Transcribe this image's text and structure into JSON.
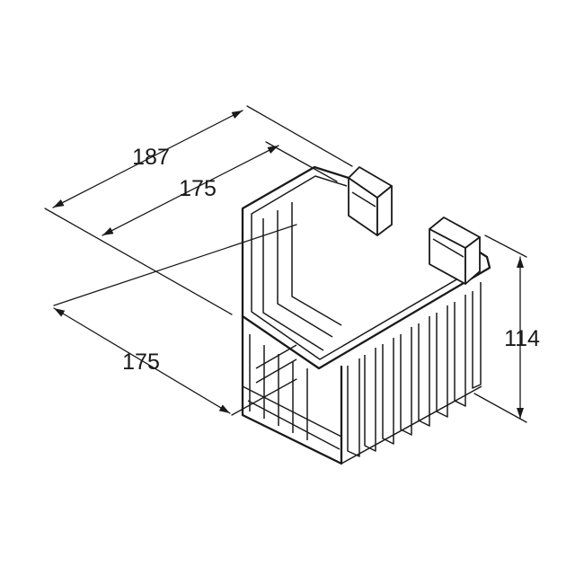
{
  "dimensions": {
    "overall_depth": "187",
    "inner_depth": "175",
    "width": "175",
    "height": "114"
  }
}
